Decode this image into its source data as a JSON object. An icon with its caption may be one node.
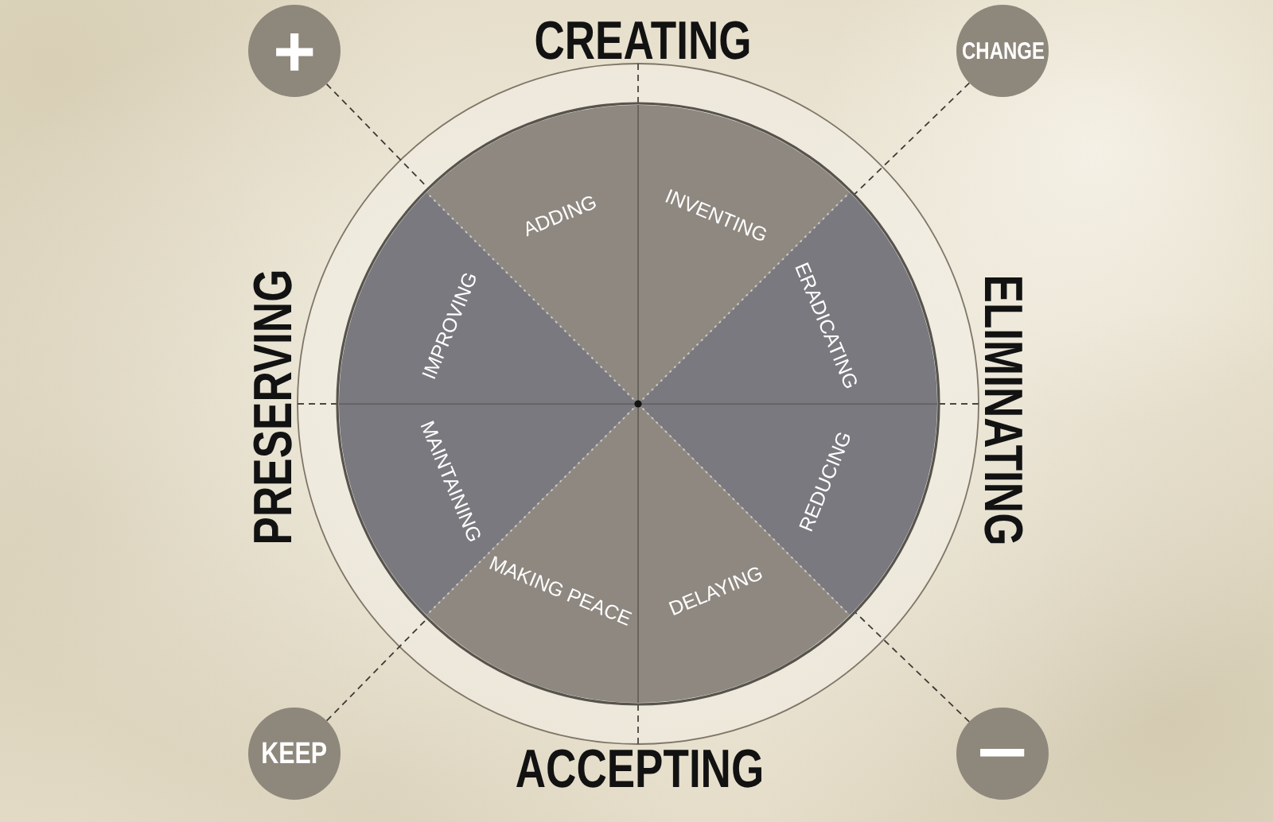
{
  "diagram": {
    "nodes": [
      {
        "text": [
          "+"
        ]
      },
      {
        "text": [
          "CHANGE"
        ]
      },
      {
        "text": [],
        "shape": "circle"
      },
      {
        "text": [
          "ADDING"
        ],
        "in": 2
      },
      {
        "text": [
          "INVENTING"
        ],
        "in": 2
      },
      {
        "text": [
          "IMPROVING"
        ],
        "in": 2
      },
      {
        "text": [
          "ERADICATING"
        ],
        "in": 2
      },
      {
        "text": [
          "MAINTAINING"
        ],
        "in": 2
      },
      {
        "text": [
          "REDUCING"
        ],
        "in": 2
      },
      {
        "text": [
          "MAKING PEACE"
        ],
        "in": 2
      },
      {
        "text": [
          "DELAYING"
        ],
        "in": 2
      },
      {
        "text": [
          "KEEP"
        ]
      },
      {
        "text": [
          "−"
        ]
      }
    ],
    "edges": [
      {
        "from": 0,
        "to": 2,
        "arrow": "none",
        "style": "dashed"
      },
      {
        "from": 1,
        "to": 2,
        "arrow": "none",
        "style": "dashed"
      },
      {
        "from": 11,
        "to": 2,
        "arrow": "none",
        "style": "dashed"
      },
      {
        "from": 12,
        "to": 2,
        "arrow": "none",
        "style": "dashed"
      }
    ],
    "labels": [
      "CREATING",
      "PRESERVING",
      "ELIMINATING",
      "ACCEPTING"
    ]
  }
}
